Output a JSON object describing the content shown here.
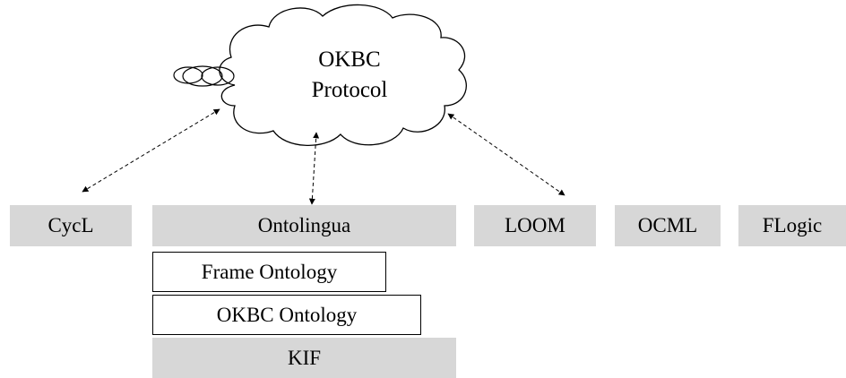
{
  "cloud": {
    "line1": "OKBC",
    "line2": "Protocol"
  },
  "languages": {
    "cycl": "CycL",
    "ontolingua": "Ontolingua",
    "loom": "LOOM",
    "ocml": "OCML",
    "flogic": "FLogic"
  },
  "stack": {
    "frame_ontology": "Frame Ontology",
    "okbc_ontology": "OKBC Ontology",
    "kif": "KIF"
  },
  "colors": {
    "box_fill": "#d7d7d7",
    "line": "#000000",
    "background": "#ffffff"
  }
}
